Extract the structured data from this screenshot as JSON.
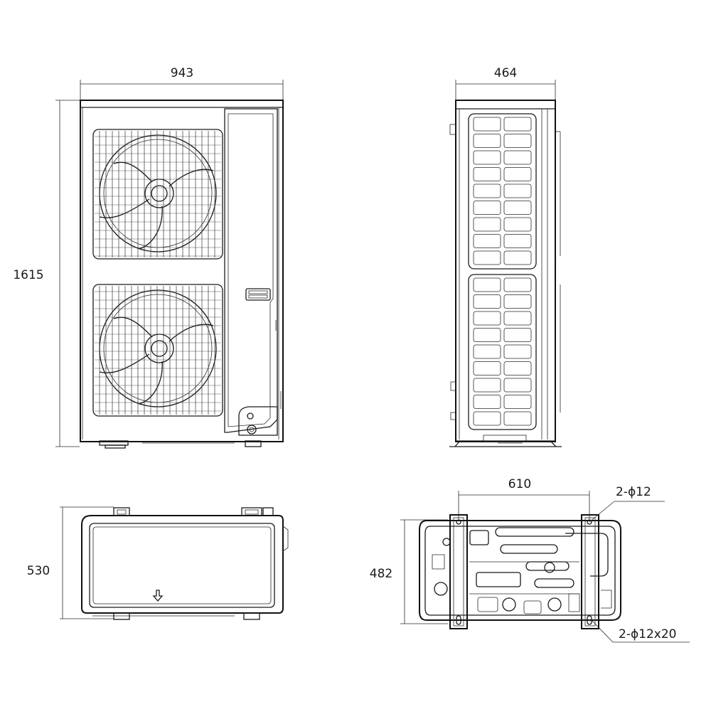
{
  "dimensions": {
    "front_width": "943",
    "front_height": "1615",
    "side_depth": "464",
    "top_depth": "530",
    "base_span": "610",
    "base_depth": "482"
  },
  "callouts": {
    "hole_round": "2-ϕ12",
    "hole_slot": "2-ϕ12x20"
  },
  "icons": {
    "airflow": "arrow-down-icon"
  },
  "colors": {
    "line": "#1a1a1a",
    "background": "#ffffff"
  }
}
